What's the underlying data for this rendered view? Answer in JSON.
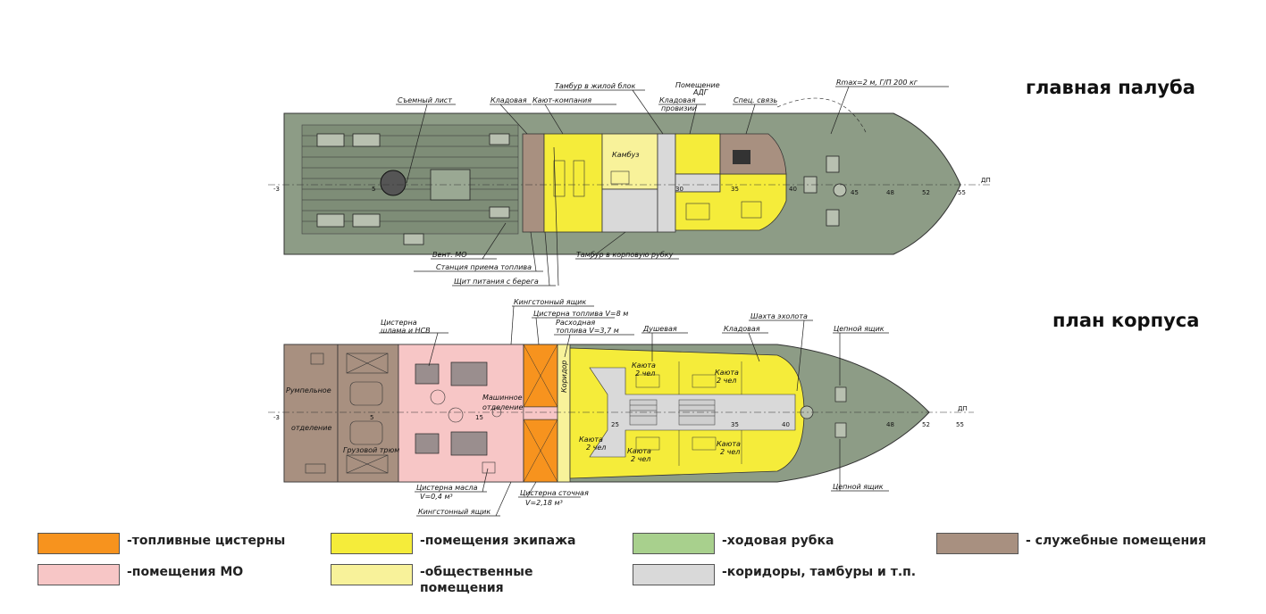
{
  "titles": {
    "main_deck": "главная палуба",
    "hull_plan": "план корпуса"
  },
  "colors": {
    "fuel_tanks": "#f7931e",
    "engine_room": "#f7c6c6",
    "crew_rooms": "#f5ec3a",
    "public_rooms": "#f8f29a",
    "wheelhouse": "#a8d08d",
    "corridors": "#d9d9d9",
    "service_rooms": "#a89080",
    "hull": "#8d9c86"
  },
  "legend": [
    {
      "key": "fuel_tanks",
      "label": "-топливные цистерны"
    },
    {
      "key": "crew_rooms",
      "label": "-помещения экипажа"
    },
    {
      "key": "wheelhouse",
      "label": "-ходовая рубка"
    },
    {
      "key": "service_rooms",
      "label": "- служебные помещения"
    },
    {
      "key": "engine_room",
      "label": "-помещения МО"
    },
    {
      "key": "public_rooms",
      "label": "-общественные\n  помещения"
    },
    {
      "key": "corridors",
      "label": "-коридоры, тамбуры и т.п."
    }
  ],
  "deck_labels": {
    "removable_sheet": "Съемный лист",
    "storeroom": "Кладовая",
    "mess": "Кают-компания",
    "vestibule_living": "Тамбур в жилой блок",
    "room": "Помещение",
    "adg": "АДГ",
    "provision_store": "Кладовая",
    "provision_store2": "провизии",
    "special_comm": "Спец. связь",
    "rmax": "Rmax=2 м, Г/П 200 кг",
    "galley": "Камбуз",
    "dp": "ДП",
    "vent_mo": "Вент. МО",
    "fuel_station": "Станция приема топлива",
    "vestibule_hull": "Тамбур в корповую рубку",
    "shore_power": "Щит питания с берега"
  },
  "hull_labels": {
    "kingston_box_top": "Кингстонный ящик",
    "fuel_tank": "Цистерна топлива V=8 м",
    "service_fuel": "Расходная",
    "service_fuel2": "топлива V=3,7 м",
    "shower": "Душевая",
    "storeroom": "Кладовая",
    "echo_shaft": "Шахта эхолота",
    "chain_box_top": "Цепной ящик",
    "sludge_tank": "Цистерна",
    "sludge_tank2": "шлама и НСВ",
    "steering": "Румпельное",
    "steering2": "отделение",
    "engine_room": "Машинное",
    "engine_room2": "отделение",
    "corridor": "Коридор",
    "cargo_hold": "Грузовой трюм",
    "cabin_2p": "Каюта",
    "cabin_2p_b": "2 чел",
    "oil_tank": "Цистерна масла",
    "oil_tank2": "V=0,4 м³",
    "sewage_tank": "Цистерна сточная",
    "sewage_tank2": "V=2,18 м³",
    "kingston_box_bottom": "Кингстонный ящик",
    "chain_box_bottom": "Цепной ящик",
    "dp": "ДП"
  },
  "frame_numbers": {
    "deck": [
      "-3",
      "5",
      "30",
      "35",
      "40",
      "45",
      "48",
      "52",
      "55"
    ],
    "hull": [
      "-3",
      "5",
      "15",
      "25",
      "35",
      "40",
      "48",
      "52",
      "55"
    ]
  }
}
